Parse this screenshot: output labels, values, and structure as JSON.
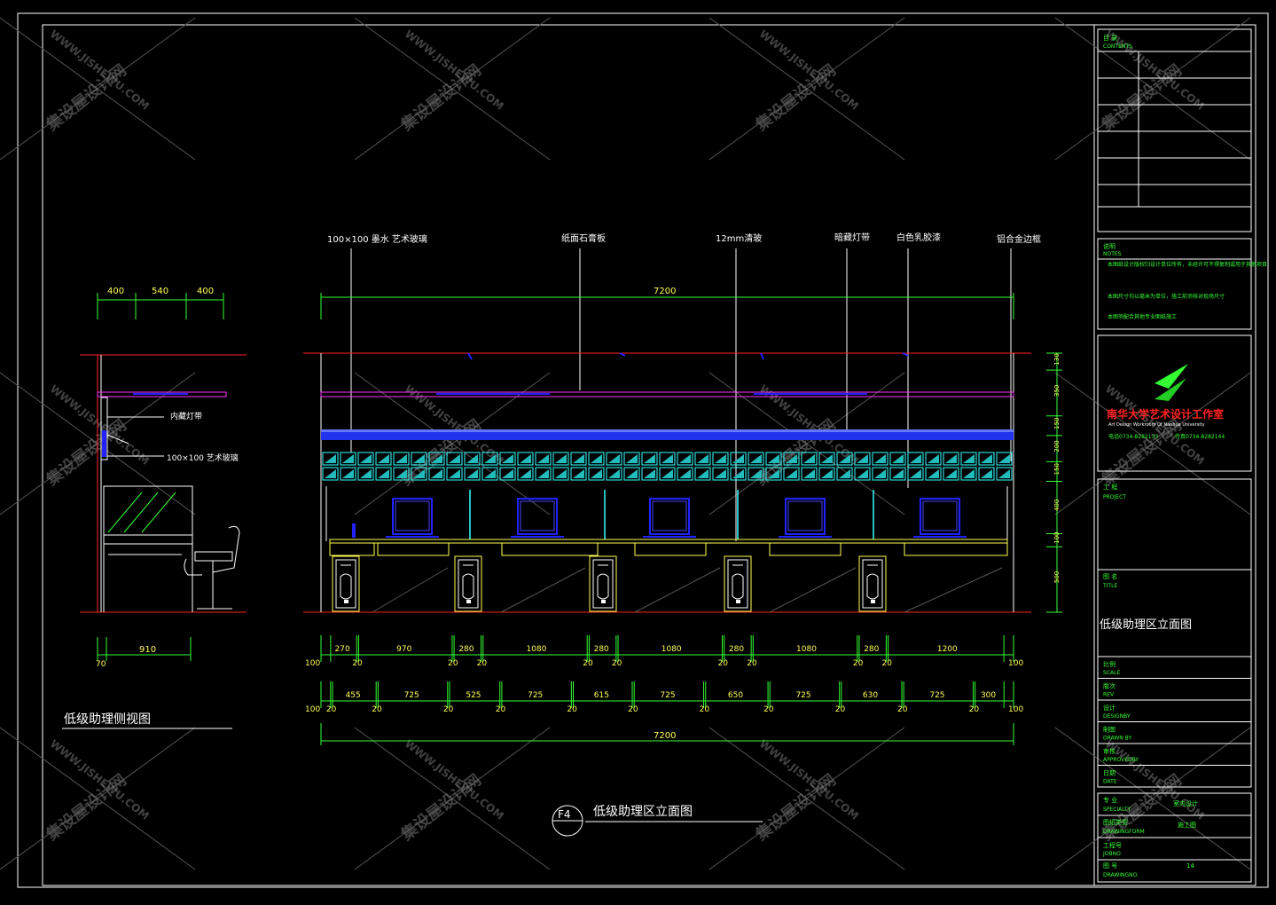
{
  "elevation": {
    "title": "低级助理区立面图",
    "ref_mark": "F4",
    "callouts": [
      {
        "text": "100×100 墨水 艺术玻璃"
      },
      {
        "text": "纸面石膏板"
      },
      {
        "text": "12mm清玻"
      },
      {
        "text": "暗藏灯带"
      },
      {
        "text": "白色乳胶漆"
      },
      {
        "text": "铝合金边框"
      }
    ],
    "overall_top": "7200",
    "overall_bottom": "7200",
    "row1": [
      "100",
      "270",
      "20",
      "970",
      "20",
      "280",
      "20",
      "1080",
      "20",
      "280",
      "20",
      "1080",
      "20",
      "280",
      "20",
      "1080",
      "20",
      "280",
      "20",
      "1200",
      "100"
    ],
    "row2": [
      "100",
      "20",
      "455",
      "20",
      "725",
      "20",
      "525",
      "20",
      "725",
      "20",
      "615",
      "20",
      "725",
      "20",
      "650",
      "20",
      "725",
      "20",
      "630",
      "20",
      "725",
      "20",
      "300",
      "100"
    ],
    "right_dims": [
      "130",
      "350",
      "150",
      "200",
      "150",
      "400",
      "100",
      "500"
    ]
  },
  "side": {
    "title": "低级助理侧视图",
    "top_dims": [
      "400",
      "540",
      "400"
    ],
    "bottom_dims": [
      "70",
      "910"
    ],
    "labels": [
      "内藏灯带",
      "100×100 艺术玻璃"
    ]
  },
  "title_block": {
    "contents_cn": "目 录",
    "contents_en": "CONTENTS",
    "notes_cn": "说明",
    "notes_en": "NOTES",
    "notes": [
      "本图纸设计版权归设计单位所有，未经许可不得复制或用于其他项目",
      "本图尺寸均以毫米为单位，施工前须核对现场尺寸",
      "本图须配合其他专业图纸施工"
    ],
    "firm_name": "南华大学艺术设计工作室",
    "firm_en": "Art Design Workroom Of Nanhua University",
    "phone1": "电话0734-8282133",
    "phone2": "传真0734-8282144",
    "project_cn": "工 程",
    "project_en": "PROJECT",
    "title_cn": "图 名",
    "title_en": "TITLE",
    "drawing_title": "低级助理区立面图",
    "fields": [
      {
        "cn": "比例",
        "en": "SCALE"
      },
      {
        "cn": "版次",
        "en": "REV"
      },
      {
        "cn": "设计",
        "en": "DESIGNBY"
      },
      {
        "cn": "制图",
        "en": "DRAWN BY"
      },
      {
        "cn": "审核",
        "en": "APPROVEDBY"
      },
      {
        "cn": "日期",
        "en": "DATE"
      }
    ],
    "specialty_cn": "专 业",
    "specialty_en": "SPECIALTY",
    "specialty_val": "室内设计",
    "form_cn": "图纸类型",
    "form_en": "DRAWINGFORM",
    "form_val": "施工图",
    "jobno_cn": "工程号",
    "jobno_en": "JOBNO",
    "drawno_cn": "图 号",
    "drawno_en": "DRAWINGNO.",
    "drawno_val": "14"
  },
  "watermark": {
    "cn": "集设屋设计网",
    "en": "WWW.JISHEWU.COM"
  },
  "colors": {
    "frame": "#ffffff",
    "dim": "#33ff33",
    "red": "#ff2222",
    "magenta": "#ff33ff",
    "blue": "#2222ff",
    "cyan": "#33ffff",
    "yellow": "#ffff55"
  }
}
